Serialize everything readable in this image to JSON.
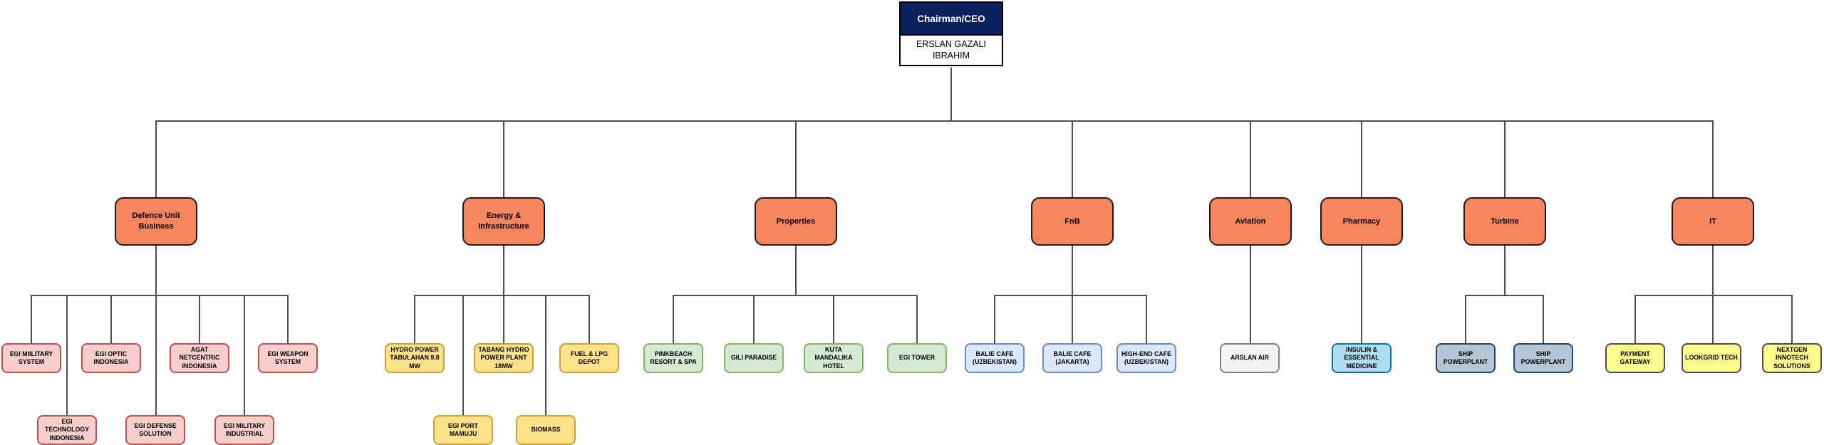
{
  "root": {
    "title": "Chairman/CEO",
    "name": "ERSLAN GAZALI IBRAHIM",
    "header_color": "#0d2161"
  },
  "palette": {
    "orange": {
      "fill": "#F7865F",
      "border": "#1a1a1a"
    },
    "pink": {
      "fill": "#F8CECC",
      "border": "#B85450"
    },
    "gold": {
      "fill": "#FFE18A",
      "border": "#C9A23E"
    },
    "green": {
      "fill": "#D5E8D4",
      "border": "#82B366"
    },
    "blue": {
      "fill": "#DAE8FC",
      "border": "#6C8EBF"
    },
    "gray": {
      "fill": "#F5F5F5",
      "border": "#808080"
    },
    "cyan": {
      "fill": "#AEDCF0",
      "border": "#10739E"
    },
    "steel": {
      "fill": "#B4C6D3",
      "border": "#23445C"
    },
    "lemon": {
      "fill": "#FCFC8C",
      "border": "#4A4E52"
    }
  },
  "connector_color": "#4d4d4d",
  "divisions": [
    {
      "id": "defence",
      "label": "Defence Unit Business",
      "style": "orange",
      "children": [
        {
          "id": "egi-miilitary-system",
          "label": "EGI MIILITARY SYSTEM",
          "style": "pink"
        },
        {
          "id": "egi-optic-indonesia",
          "label": "EGI OPTIC INDONESIA",
          "style": "pink"
        },
        {
          "id": "agat-netcentric-indonesia",
          "label": "AGAT NETCENTRIC INDONESIA",
          "style": "pink"
        },
        {
          "id": "egi-weapon-system",
          "label": "EGI WEAPON SYSTEM",
          "style": "pink"
        },
        {
          "id": "egi-technology-indonesia",
          "label": "EGI TECHNOLOGY INDONESIA",
          "style": "pink"
        },
        {
          "id": "egi-defense-solution",
          "label": "EGI DEFENSE SOLUTION",
          "style": "pink"
        },
        {
          "id": "egi-military-industrial",
          "label": "EGI MILITARY INDUSTRIAL",
          "style": "pink"
        }
      ]
    },
    {
      "id": "energy",
      "label": "Energy & Infrastructure",
      "style": "orange",
      "children": [
        {
          "id": "hydro-power-tabulahan",
          "label": "HYDRO POWER TABULAHAN 9.8 MW",
          "style": "gold"
        },
        {
          "id": "tabang-hydro-power-plant",
          "label": "TABANG HYDRO POWER PLANT 18MW",
          "style": "gold"
        },
        {
          "id": "fuel-lpg-depot",
          "label": "FUEL & LPG DEPOT",
          "style": "gold"
        },
        {
          "id": "egi-port-mamuju",
          "label": "EGI PORT MAMUJU",
          "style": "gold"
        },
        {
          "id": "biomass",
          "label": "BIOMASS",
          "style": "gold"
        }
      ]
    },
    {
      "id": "properties",
      "label": "Properties",
      "style": "orange",
      "children": [
        {
          "id": "pinkbeach-resort-spa",
          "label": "PINKBEACH RESORT & SPA",
          "style": "green"
        },
        {
          "id": "gili-paradise",
          "label": "GILI PARADISE",
          "style": "green"
        },
        {
          "id": "kuta-mandalika-hotel",
          "label": "KUTA MANDALIKA HOTEL",
          "style": "green"
        },
        {
          "id": "egi-tower",
          "label": "EGI TOWER",
          "style": "green"
        }
      ]
    },
    {
      "id": "fnb",
      "label": "FnB",
      "style": "orange",
      "children": [
        {
          "id": "balie-cafe-uzbekistan",
          "label": "BALIE CAFE (UZBEKISTAN)",
          "style": "blue"
        },
        {
          "id": "balie-cafe-jakarta",
          "label": "BALIE CAFE (JAKARTA)",
          "style": "blue"
        },
        {
          "id": "high-end-cafe-uzbekistan",
          "label": "HIGH-END CAFE (UZBEKISTAN)",
          "style": "blue"
        }
      ]
    },
    {
      "id": "aviation",
      "label": "Aviation",
      "style": "orange",
      "children": [
        {
          "id": "arslan-air",
          "label": "ARSLAN AIR",
          "style": "gray"
        }
      ]
    },
    {
      "id": "pharmacy",
      "label": "Pharmacy",
      "style": "orange",
      "children": [
        {
          "id": "insulin-essential-medicine",
          "label": "INSULIN & ESSENTIAL MEDICINE",
          "style": "cyan"
        }
      ]
    },
    {
      "id": "turbine",
      "label": "Turbine",
      "style": "orange",
      "children": [
        {
          "id": "ship-powerplant-1",
          "label": "SHIP POWERPLANT",
          "style": "steel"
        },
        {
          "id": "ship-powerplant-2",
          "label": "SHIP POWERPLANT",
          "style": "steel"
        }
      ]
    },
    {
      "id": "it",
      "label": "IT",
      "style": "orange",
      "children": [
        {
          "id": "payment-gateway",
          "label": "PAYMENT GATEWAY",
          "style": "lemon"
        },
        {
          "id": "lookgrid-tech",
          "label": "LOOKGRID TECH",
          "style": "lemon"
        },
        {
          "id": "nextgen-innotech-solutions",
          "label": "NEXTGEN INNOTECH SOLUTIONS",
          "style": "lemon"
        }
      ]
    }
  ]
}
